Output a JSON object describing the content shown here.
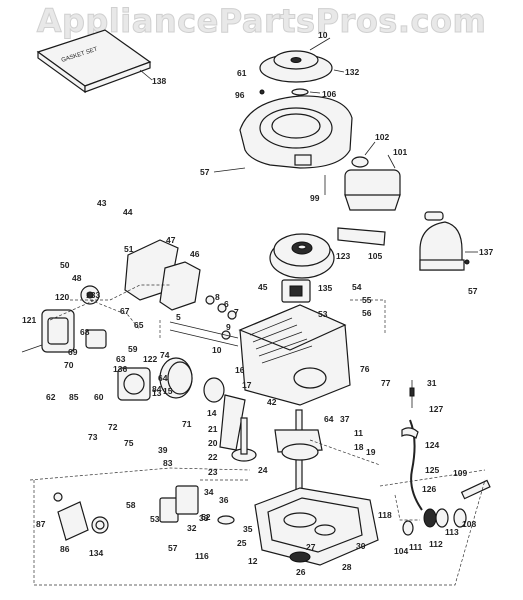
{
  "watermark": "AppliancePartsPros.com",
  "gasket_set_text": "GASKET SET",
  "labels": [
    {
      "id": "lbl-10",
      "text": "10"
    },
    {
      "id": "lbl-132",
      "text": "132"
    },
    {
      "id": "lbl-138",
      "text": "138"
    },
    {
      "id": "lbl-61",
      "text": "61"
    },
    {
      "id": "lbl-96",
      "text": "96"
    },
    {
      "id": "lbl-106",
      "text": "106"
    },
    {
      "id": "lbl-102",
      "text": "102"
    },
    {
      "id": "lbl-101",
      "text": "101"
    },
    {
      "id": "lbl-57a",
      "text": "57"
    },
    {
      "id": "lbl-99",
      "text": "99"
    },
    {
      "id": "lbl-43",
      "text": "43"
    },
    {
      "id": "lbl-44",
      "text": "44"
    },
    {
      "id": "lbl-51",
      "text": "51"
    },
    {
      "id": "lbl-47",
      "text": "47"
    },
    {
      "id": "lbl-46",
      "text": "46"
    },
    {
      "id": "lbl-50",
      "text": "50"
    },
    {
      "id": "lbl-48",
      "text": "48"
    },
    {
      "id": "lbl-123",
      "text": "123"
    },
    {
      "id": "lbl-105",
      "text": "105"
    },
    {
      "id": "lbl-137",
      "text": "137"
    },
    {
      "id": "lbl-57b",
      "text": "57"
    },
    {
      "id": "lbl-45",
      "text": "45"
    },
    {
      "id": "lbl-135",
      "text": "135"
    },
    {
      "id": "lbl-54",
      "text": "54"
    },
    {
      "id": "lbl-55",
      "text": "55"
    },
    {
      "id": "lbl-56",
      "text": "56"
    },
    {
      "id": "lbl-53",
      "text": "53"
    },
    {
      "id": "lbl-120",
      "text": "120"
    },
    {
      "id": "lbl-133",
      "text": "133"
    },
    {
      "id": "lbl-67",
      "text": "67"
    },
    {
      "id": "lbl-65",
      "text": "65"
    },
    {
      "id": "lbl-121",
      "text": "121"
    },
    {
      "id": "lbl-68",
      "text": "68"
    },
    {
      "id": "lbl-69",
      "text": "69"
    },
    {
      "id": "lbl-59",
      "text": "59"
    },
    {
      "id": "lbl-5",
      "text": "5"
    },
    {
      "id": "lbl-8",
      "text": "8"
    },
    {
      "id": "lbl-6",
      "text": "6"
    },
    {
      "id": "lbl-7",
      "text": "7"
    },
    {
      "id": "lbl-9",
      "text": "9"
    },
    {
      "id": "lbl-10b",
      "text": "10"
    },
    {
      "id": "lbl-74",
      "text": "74"
    },
    {
      "id": "lbl-122",
      "text": "122"
    },
    {
      "id": "lbl-63",
      "text": "63"
    },
    {
      "id": "lbl-70",
      "text": "70"
    },
    {
      "id": "lbl-136",
      "text": "136"
    },
    {
      "id": "lbl-62",
      "text": "62"
    },
    {
      "id": "lbl-85",
      "text": "85"
    },
    {
      "id": "lbl-60",
      "text": "60"
    },
    {
      "id": "lbl-64",
      "text": "64"
    },
    {
      "id": "lbl-84",
      "text": "84"
    },
    {
      "id": "lbl-15",
      "text": "15"
    },
    {
      "id": "lbl-16",
      "text": "16"
    },
    {
      "id": "lbl-17",
      "text": "17"
    },
    {
      "id": "lbl-76",
      "text": "76"
    },
    {
      "id": "lbl-77",
      "text": "77"
    },
    {
      "id": "lbl-31",
      "text": "31"
    },
    {
      "id": "lbl-127",
      "text": "127"
    },
    {
      "id": "lbl-124",
      "text": "124"
    },
    {
      "id": "lbl-73",
      "text": "73"
    },
    {
      "id": "lbl-72",
      "text": "72"
    },
    {
      "id": "lbl-14",
      "text": "14"
    },
    {
      "id": "lbl-42",
      "text": "42"
    },
    {
      "id": "lbl-64b",
      "text": "64"
    },
    {
      "id": "lbl-37",
      "text": "37"
    },
    {
      "id": "lbl-71",
      "text": "71"
    },
    {
      "id": "lbl-75",
      "text": "75"
    },
    {
      "id": "lbl-39",
      "text": "39"
    },
    {
      "id": "lbl-83",
      "text": "83"
    },
    {
      "id": "lbl-21",
      "text": "21"
    },
    {
      "id": "lbl-20",
      "text": "20"
    },
    {
      "id": "lbl-22",
      "text": "22"
    },
    {
      "id": "lbl-23",
      "text": "23"
    },
    {
      "id": "lbl-11",
      "text": "11"
    },
    {
      "id": "lbl-18",
      "text": "18"
    },
    {
      "id": "lbl-19",
      "text": "19"
    },
    {
      "id": "lbl-125",
      "text": "125"
    },
    {
      "id": "lbl-24",
      "text": "24"
    },
    {
      "id": "lbl-34",
      "text": "34"
    },
    {
      "id": "lbl-36",
      "text": "36"
    },
    {
      "id": "lbl-109",
      "text": "109"
    },
    {
      "id": "lbl-126",
      "text": "126"
    },
    {
      "id": "lbl-58",
      "text": "58"
    },
    {
      "id": "lbl-53b",
      "text": "53"
    },
    {
      "id": "lbl-32",
      "text": "32"
    },
    {
      "id": "lbl-35",
      "text": "35"
    },
    {
      "id": "lbl-33",
      "text": "33"
    },
    {
      "id": "lbl-87",
      "text": "87"
    },
    {
      "id": "lbl-86",
      "text": "86"
    },
    {
      "id": "lbl-134",
      "text": "134"
    },
    {
      "id": "lbl-57c",
      "text": "57"
    },
    {
      "id": "lbl-116",
      "text": "116"
    },
    {
      "id": "lbl-12",
      "text": "12"
    },
    {
      "id": "lbl-25",
      "text": "25"
    },
    {
      "id": "lbl-27",
      "text": "27"
    },
    {
      "id": "lbl-26",
      "text": "26"
    },
    {
      "id": "lbl-28",
      "text": "28"
    },
    {
      "id": "lbl-30",
      "text": "30"
    },
    {
      "id": "lbl-118",
      "text": "118"
    },
    {
      "id": "lbl-104",
      "text": "104"
    },
    {
      "id": "lbl-111",
      "text": "111"
    },
    {
      "id": "lbl-112",
      "text": "112"
    },
    {
      "id": "lbl-113",
      "text": "113"
    },
    {
      "id": "lbl-108",
      "text": "108"
    },
    {
      "id": "lbl-52",
      "text": "52"
    },
    {
      "id": "lbl-13",
      "text": "13"
    }
  ]
}
